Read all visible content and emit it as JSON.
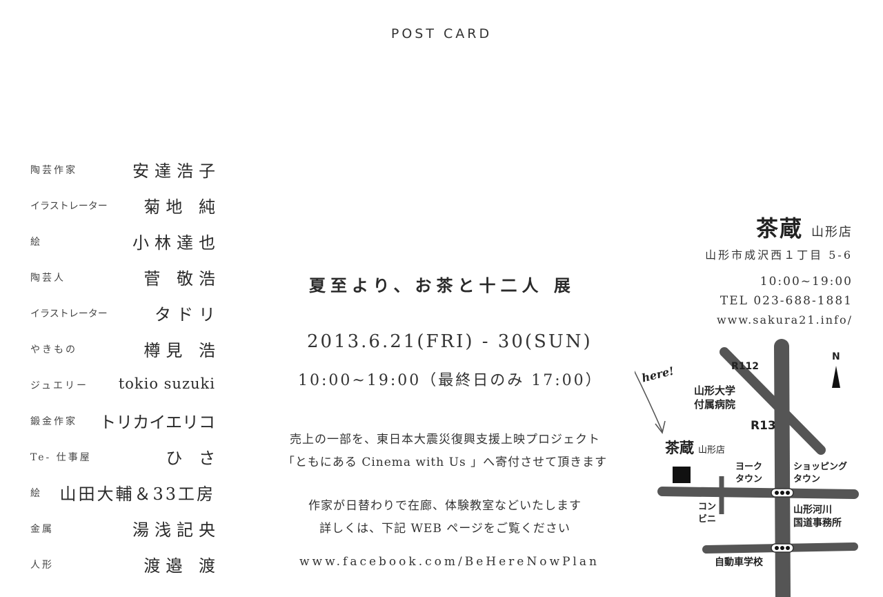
{
  "header": {
    "title": "POST CARD"
  },
  "artists": [
    {
      "role": "陶芸作家",
      "name": "安達浩子"
    },
    {
      "role": "イラストレーター",
      "name": "菊地 純"
    },
    {
      "role": "絵",
      "name": "小林達也"
    },
    {
      "role": "陶芸人",
      "name": "菅 敬浩"
    },
    {
      "role": "イラストレーター",
      "name": "タドリ"
    },
    {
      "role": "やきもの",
      "name": "樽見 浩"
    },
    {
      "role": "ジュエリー",
      "name": "tokio suzuki"
    },
    {
      "role": "鍛金作家",
      "name": "トリカイエリコ"
    },
    {
      "role": "Te- 仕事屋",
      "name": "ひ さ"
    },
    {
      "role": "絵",
      "name": "山田大輔＆33工房"
    },
    {
      "role": "金属",
      "name": "湯浅記央"
    },
    {
      "role": "人形",
      "name": "渡邉 渡"
    }
  ],
  "exhibition": {
    "title": "夏至より、お茶と十二人 展",
    "dates": "2013.6.21(FRI) - 30(SUN)",
    "hours": "10:00~19:00（最終日のみ 17:00）",
    "notice_1": "売上の一部を、東日本大震災復興支援上映プロジェクト",
    "notice_2": "「ともにある Cinema with Us 」へ寄付させて頂きます",
    "notice_3": "作家が日替わりで在廊、体験教室などいたします",
    "notice_4": "詳しくは、下記 WEB ページをご覧ください",
    "url": "www.facebook.com/BeHereNowPlan"
  },
  "shop": {
    "name": "茶蔵",
    "branch": "山形店",
    "address": "山形市成沢西１丁目 5-6",
    "hours": "10:00~19:00",
    "tel": "TEL 023-688-1881",
    "web": "www.sakura21.info/"
  },
  "map": {
    "here_label": "here!",
    "north_label": "N",
    "road_r112": "R112",
    "road_r13": "R13",
    "hospital_1": "山形大学",
    "hospital_2": "付属病院",
    "shop_name": "茶蔵",
    "shop_branch": "山形店",
    "yorku_1": "ヨーク",
    "yorku_2": "タウン",
    "shopping_1": "ショッピング",
    "shopping_2": "タウン",
    "konbini_1": "コン",
    "konbini_2": "ビニ",
    "river_office_1": "山形河川",
    "river_office_2": "国道事務所",
    "driving_school": "自動車学校",
    "colors": {
      "road": "#555555",
      "marker": "#111111"
    }
  }
}
